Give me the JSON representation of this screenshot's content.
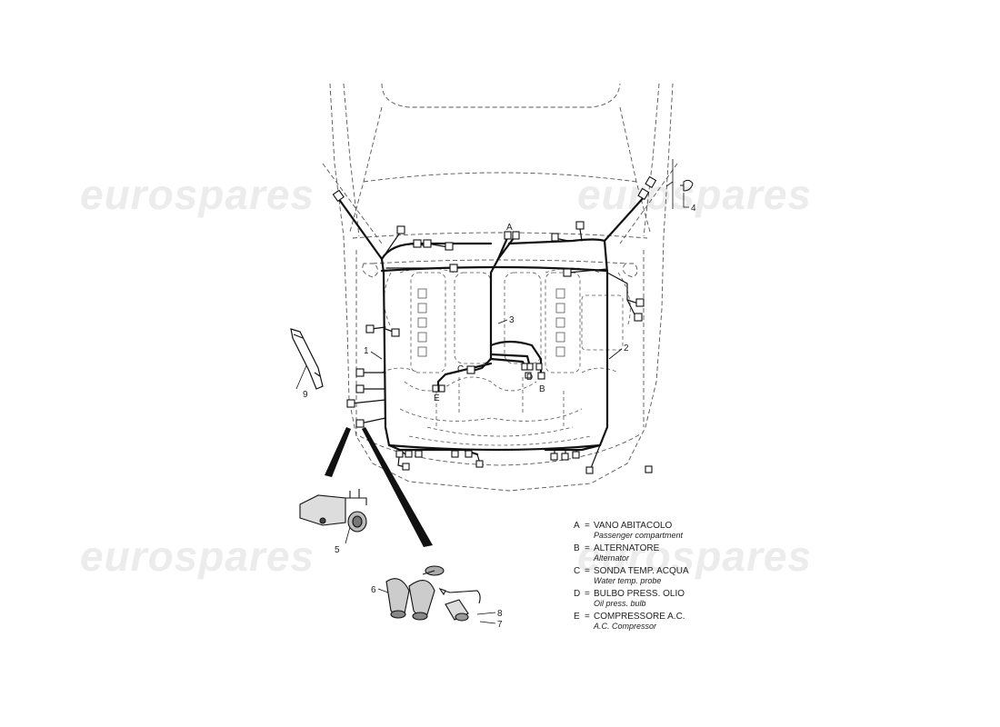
{
  "watermark": {
    "text": "eurospares",
    "color": "#ececec"
  },
  "callouts": {
    "n1": "1",
    "n2": "2",
    "n3": "3",
    "n4": "4",
    "n5": "5",
    "n6": "6",
    "n7": "7",
    "n8": "8",
    "n9": "9",
    "a": "A",
    "b": "B",
    "c": "C",
    "d": "D",
    "e": "E"
  },
  "legend": [
    {
      "key": "A",
      "eq": "=",
      "label": "VANO ABITACOLO",
      "translation": "Passenger compartment"
    },
    {
      "key": "B",
      "eq": "=",
      "label": "ALTERNATORE",
      "translation": "Alternator"
    },
    {
      "key": "C",
      "eq": "=",
      "label": "SONDA TEMP. ACQUA",
      "translation": "Water temp. probe"
    },
    {
      "key": "D",
      "eq": "=",
      "label": "BULBO PRESS. OLIO",
      "translation": "Oil press. bulb"
    },
    {
      "key": "E",
      "eq": "=",
      "label": "COMPRESSORE A.C.",
      "translation": "A.C. Compressor"
    }
  ]
}
